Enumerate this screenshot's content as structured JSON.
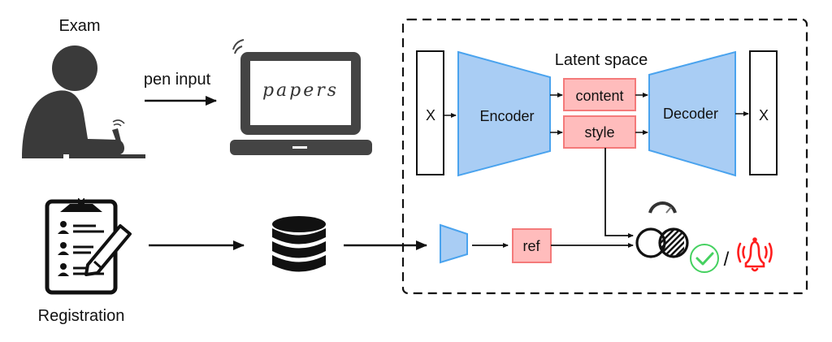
{
  "left": {
    "exam_label": "Exam",
    "pen_input_label": "pen input",
    "laptop_screen_text": "papers",
    "registration_label": "Registration"
  },
  "model": {
    "latent_space_label": "Latent space",
    "input_label": "X",
    "output_label": "X",
    "encoder_label": "Encoder",
    "decoder_label": "Decoder",
    "content_label": "content",
    "style_label": "style",
    "ref_label": "ref",
    "separator": "/"
  },
  "icons": {
    "person": "person-writing-icon",
    "laptop": "laptop-icon",
    "clipboard": "clipboard-registration-icon",
    "database": "database-icon",
    "similarity": "venn-similarity-meter-icon",
    "accept": "check-circle-icon",
    "alarm": "alarm-bell-icon"
  },
  "colors": {
    "blue_fill": "#a9cdf4",
    "blue_stroke": "#4aa3ee",
    "pink_fill": "#ffbcbc",
    "pink_stroke": "#f47a7a",
    "dark_icon": "#3a3a3a",
    "check_green": "#45d160",
    "alarm_red": "#ff1e1e"
  }
}
